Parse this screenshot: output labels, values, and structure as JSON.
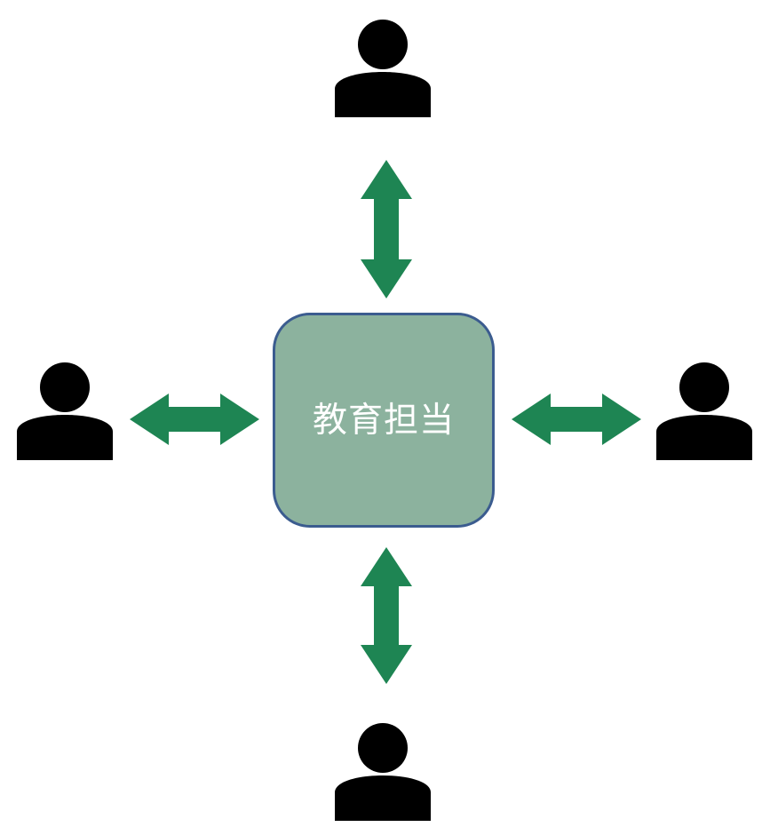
{
  "diagram": {
    "type": "hub-and-spoke",
    "background_color": "#FFFFFF",
    "center": {
      "label": "教育担当",
      "fill_color": "#8CB29E",
      "border_color": "#3B5C8F",
      "text_color": "#FFFFFF",
      "shape": "rounded-rectangle",
      "icon_name": "rounded-rectangle-node"
    },
    "arrow_color": "#1E8553",
    "person_color": "#000000",
    "connectors": [
      {
        "position": "top",
        "direction": "bidirectional",
        "icon_name": "double-arrow-vertical-icon"
      },
      {
        "position": "bottom",
        "direction": "bidirectional",
        "icon_name": "double-arrow-vertical-icon"
      },
      {
        "position": "left",
        "direction": "bidirectional",
        "icon_name": "double-arrow-horizontal-icon"
      },
      {
        "position": "right",
        "direction": "bidirectional",
        "icon_name": "double-arrow-horizontal-icon"
      }
    ],
    "nodes": [
      {
        "position": "top",
        "label": "",
        "icon_name": "person-icon"
      },
      {
        "position": "left",
        "label": "",
        "icon_name": "person-icon"
      },
      {
        "position": "right",
        "label": "",
        "icon_name": "person-icon"
      },
      {
        "position": "bottom",
        "label": "",
        "icon_name": "person-icon"
      }
    ]
  }
}
